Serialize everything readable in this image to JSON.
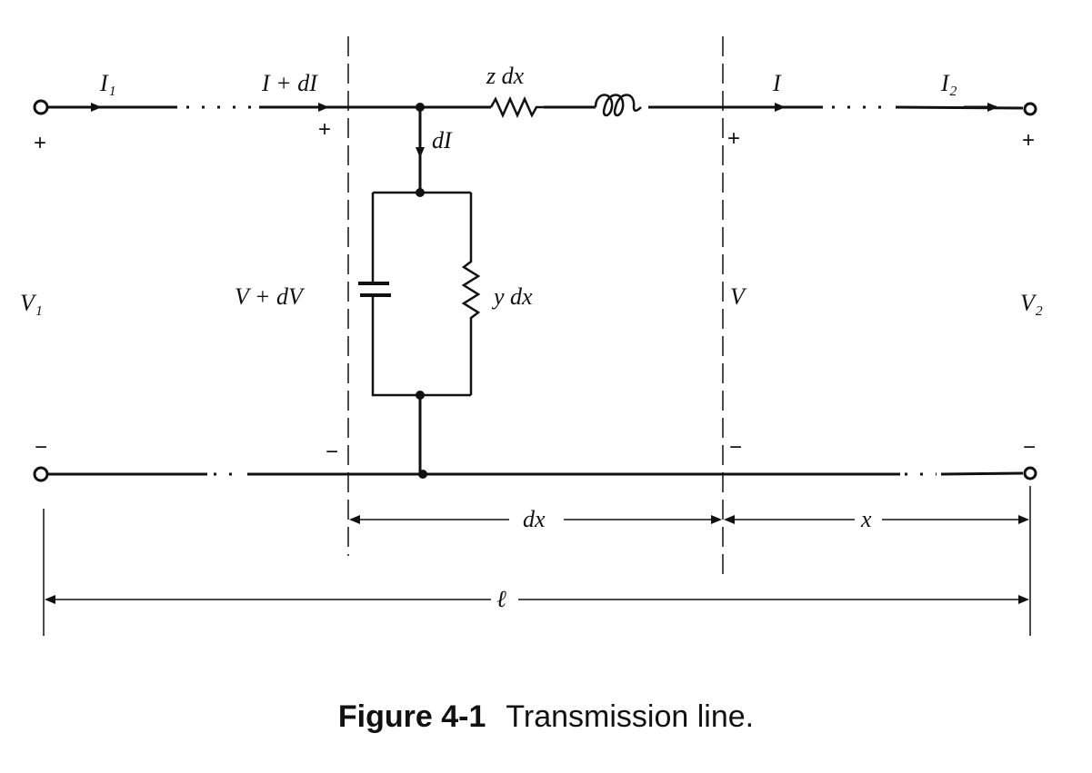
{
  "figure": {
    "number_label": "Figure 4-1",
    "caption": "Transmission line."
  },
  "labels": {
    "i1": "I₁",
    "i_plus_di": "I + dI",
    "z_dx": "z dx",
    "i": "I",
    "i2": "I₂",
    "di": "dI",
    "v1": "V₁",
    "v_plus_dv": "V + dV",
    "y_dx": "y dx",
    "v": "V",
    "v2": "V₂",
    "dx": "dx",
    "x": "x",
    "ell": "ℓ",
    "plus": "+",
    "minus": "−"
  }
}
